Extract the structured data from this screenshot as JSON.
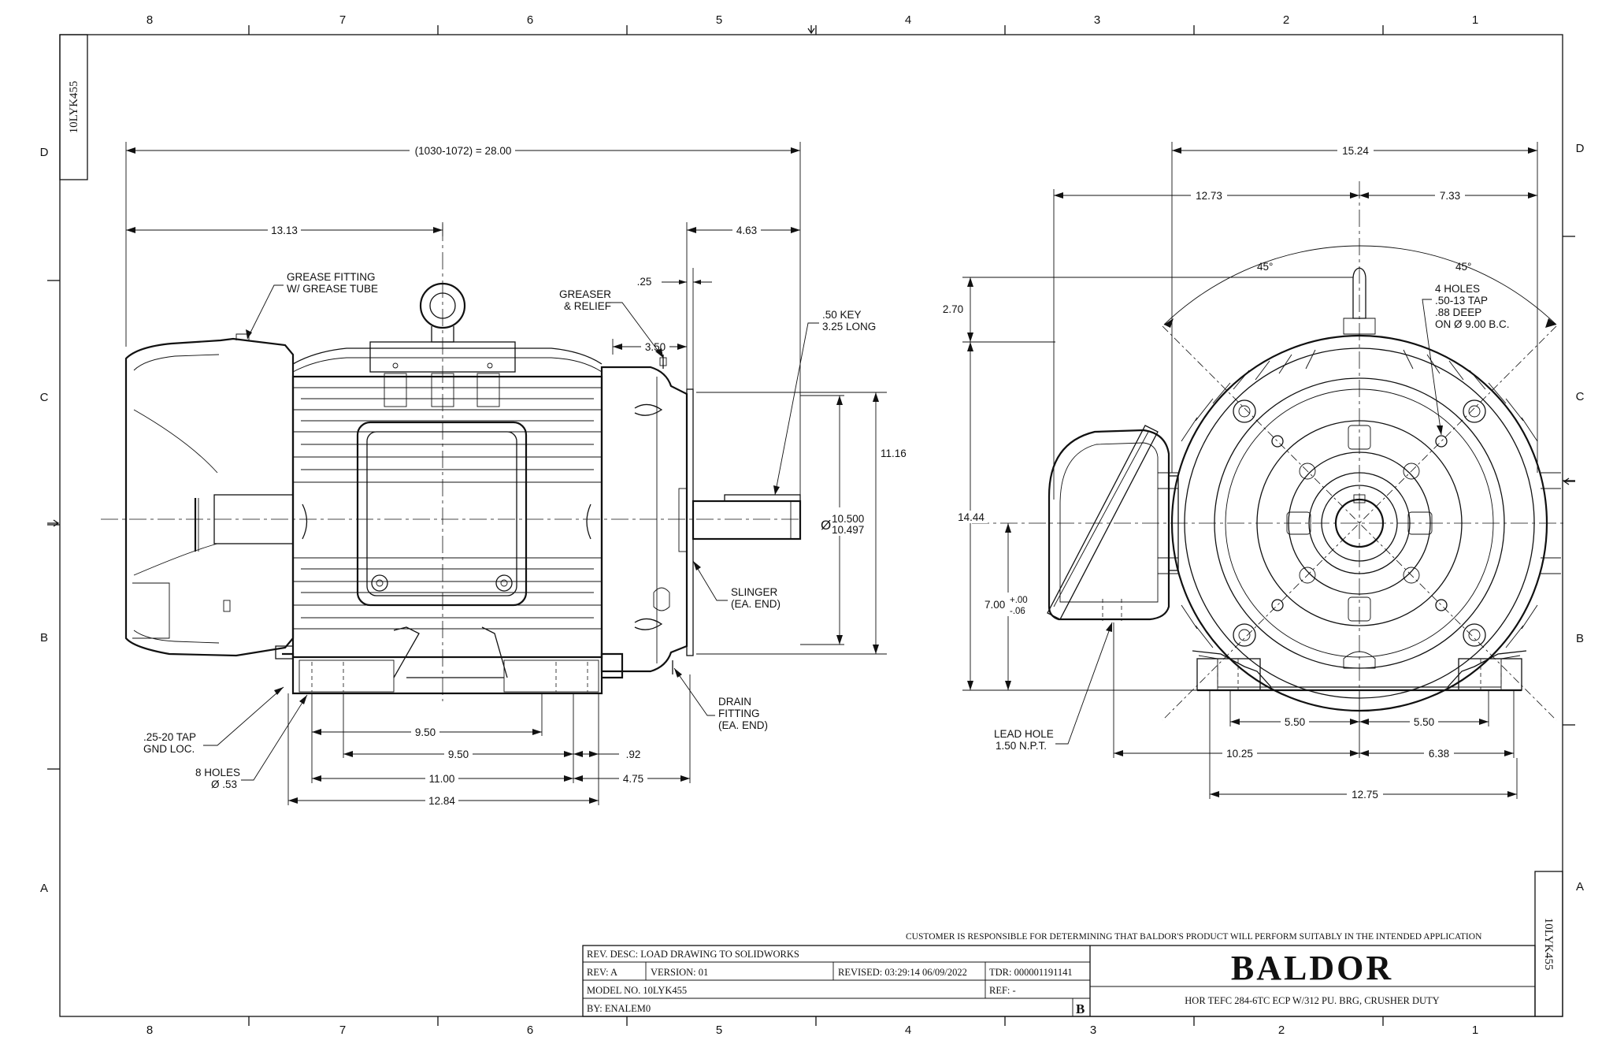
{
  "zones": {
    "cols": [
      "8",
      "7",
      "6",
      "5",
      "4",
      "3",
      "2",
      "1"
    ],
    "rows": [
      "D",
      "C",
      "B",
      "A"
    ]
  },
  "drawing_id_side": "10LYK455",
  "side_view_dims": {
    "overall": "(1030-1072) = 28.00",
    "d1313": "13.13",
    "d463": "4.63",
    "d25": ".25",
    "d350": "3.50",
    "d1116": "11.16",
    "shaft_hi": "10.500",
    "shaft_lo": "10.497",
    "dia": "Ø",
    "d950a": "9.50",
    "d950b": "9.50",
    "d092": ".92",
    "d1100": "11.00",
    "d475": "4.75",
    "d1284": "12.84"
  },
  "side_view_notes": {
    "grease_fitting_1": "GREASE FITTING",
    "grease_fitting_2": "W/ GREASE TUBE",
    "greaser_1": "GREASER",
    "greaser_2": "& RELIEF",
    "key_1": ".50 KEY",
    "key_2": "3.25 LONG",
    "slinger_1": "SLINGER",
    "slinger_2": "(EA. END)",
    "drain_1": "DRAIN",
    "drain_2": "FITTING",
    "drain_3": "(EA. END)",
    "gnd_1": ".25-20 TAP",
    "gnd_2": "GND LOC.",
    "holes_1": "8 HOLES",
    "holes_2": "Ø .53"
  },
  "end_view_dims": {
    "d1524": "15.24",
    "d1273": "12.73",
    "d733": "7.33",
    "a45l": "45°",
    "a45r": "45°",
    "d270": "2.70",
    "d1444": "14.44",
    "d700": "7.00",
    "tol_plus": "+.00",
    "tol_minus": "-.06",
    "d550l": "5.50",
    "d550r": "5.50",
    "d1025": "10.25",
    "d638": "6.38",
    "d1275": "12.75"
  },
  "end_view_notes": {
    "holes_1": "4 HOLES",
    "holes_2": ".50-13 TAP",
    "holes_3": ".88 DEEP",
    "holes_4": "ON  Ø 9.00 B.C.",
    "lead_1": "LEAD HOLE",
    "lead_2": "1.50 N.P.T."
  },
  "title_block": {
    "disclaimer": "CUSTOMER IS RESPONSIBLE FOR DETERMINING THAT BALDOR'S PRODUCT WILL PERFORM SUITABLY IN THE INTENDED APPLICATION",
    "rev_desc": "REV. DESC: LOAD DRAWING TO SOLIDWORKS",
    "rev": "REV:  A",
    "version": "VERSION:  01",
    "revised": "REVISED:  03:29:14 06/09/2022",
    "tdr": "TDR: 000001191141",
    "model": "MODEL NO.  10LYK455",
    "ref": "REF:  -",
    "by": "BY: ENALEM0",
    "size": "B",
    "brand": "BALDOR",
    "description": "HOR TEFC 284-6TC ECP W/312 PU. BRG, CRUSHER DUTY",
    "side_id": "10LYK455"
  }
}
